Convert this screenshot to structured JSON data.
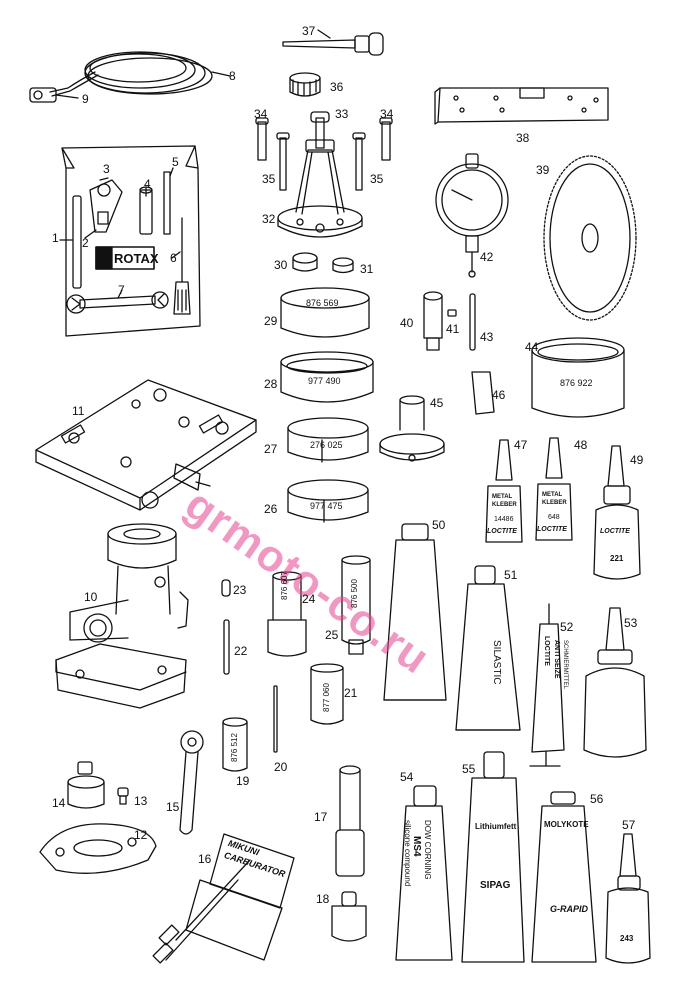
{
  "watermark": "grmoto-co.ru",
  "callouts": {
    "n1": "1",
    "n2": "2",
    "n3": "3",
    "n4": "4",
    "n5": "5",
    "n6": "6",
    "n7": "7",
    "n8": "8",
    "n9": "9",
    "n10": "10",
    "n11": "11",
    "n12": "12",
    "n13": "13",
    "n14": "14",
    "n15": "15",
    "n16": "16",
    "n17": "17",
    "n18": "18",
    "n19": "19",
    "n20": "20",
    "n21": "21",
    "n22": "22",
    "n23": "23",
    "n24": "24",
    "n25": "25",
    "n26": "26",
    "n27": "27",
    "n28": "28",
    "n29": "29",
    "n30": "30",
    "n31": "31",
    "n32": "32",
    "n33": "33",
    "n34a": "34",
    "n34b": "34",
    "n35a": "35",
    "n35b": "35",
    "n36": "36",
    "n37": "37",
    "n38": "38",
    "n39": "39",
    "n40": "40",
    "n41": "41",
    "n42": "42",
    "n43": "43",
    "n44": "44",
    "n45": "45",
    "n46": "46",
    "n47": "47",
    "n48": "48",
    "n49": "49",
    "n50": "50",
    "n51": "51",
    "n52": "52",
    "n53": "53",
    "n54": "54",
    "n55": "55",
    "n56": "56",
    "n57": "57"
  },
  "part_labels": {
    "rotax": "ROTAX",
    "p29": "876 569",
    "p28": "977 490",
    "p27": "276 025",
    "p26": "977 475",
    "p44": "876 922",
    "p24": "876 607",
    "p25": "876 500",
    "p21": "877 060",
    "p19": "876 512",
    "p47_l1": "METAL",
    "p47_l2": "KLEBER",
    "p47_l3": "14486",
    "p47_brand": "LOCTITE",
    "p48_l1": "METAL",
    "p48_l2": "KLEBER",
    "p48_l3": "648",
    "p48_brand": "LOCTITE",
    "p49_brand": "LOCTITE",
    "p49_num": "221",
    "p51": "SILASTIC",
    "p52_l1": "LOCTITE",
    "p52_l2": "ANTI SEIZE",
    "p52_l3": "SCHMIERMITTEL",
    "p54_l1": "DOW CORNING",
    "p54_l2": "MS4",
    "p54_l3": "silicone compound",
    "p55_l1": "Lithiumfett",
    "p55_l2": "SIPAG",
    "p56_l1": "MOLYKOTE",
    "p56_l2": "G-RAPID",
    "p57_num": "243",
    "p16_l1": "MIKUNI",
    "p16_l2": "CARBURATOR"
  }
}
